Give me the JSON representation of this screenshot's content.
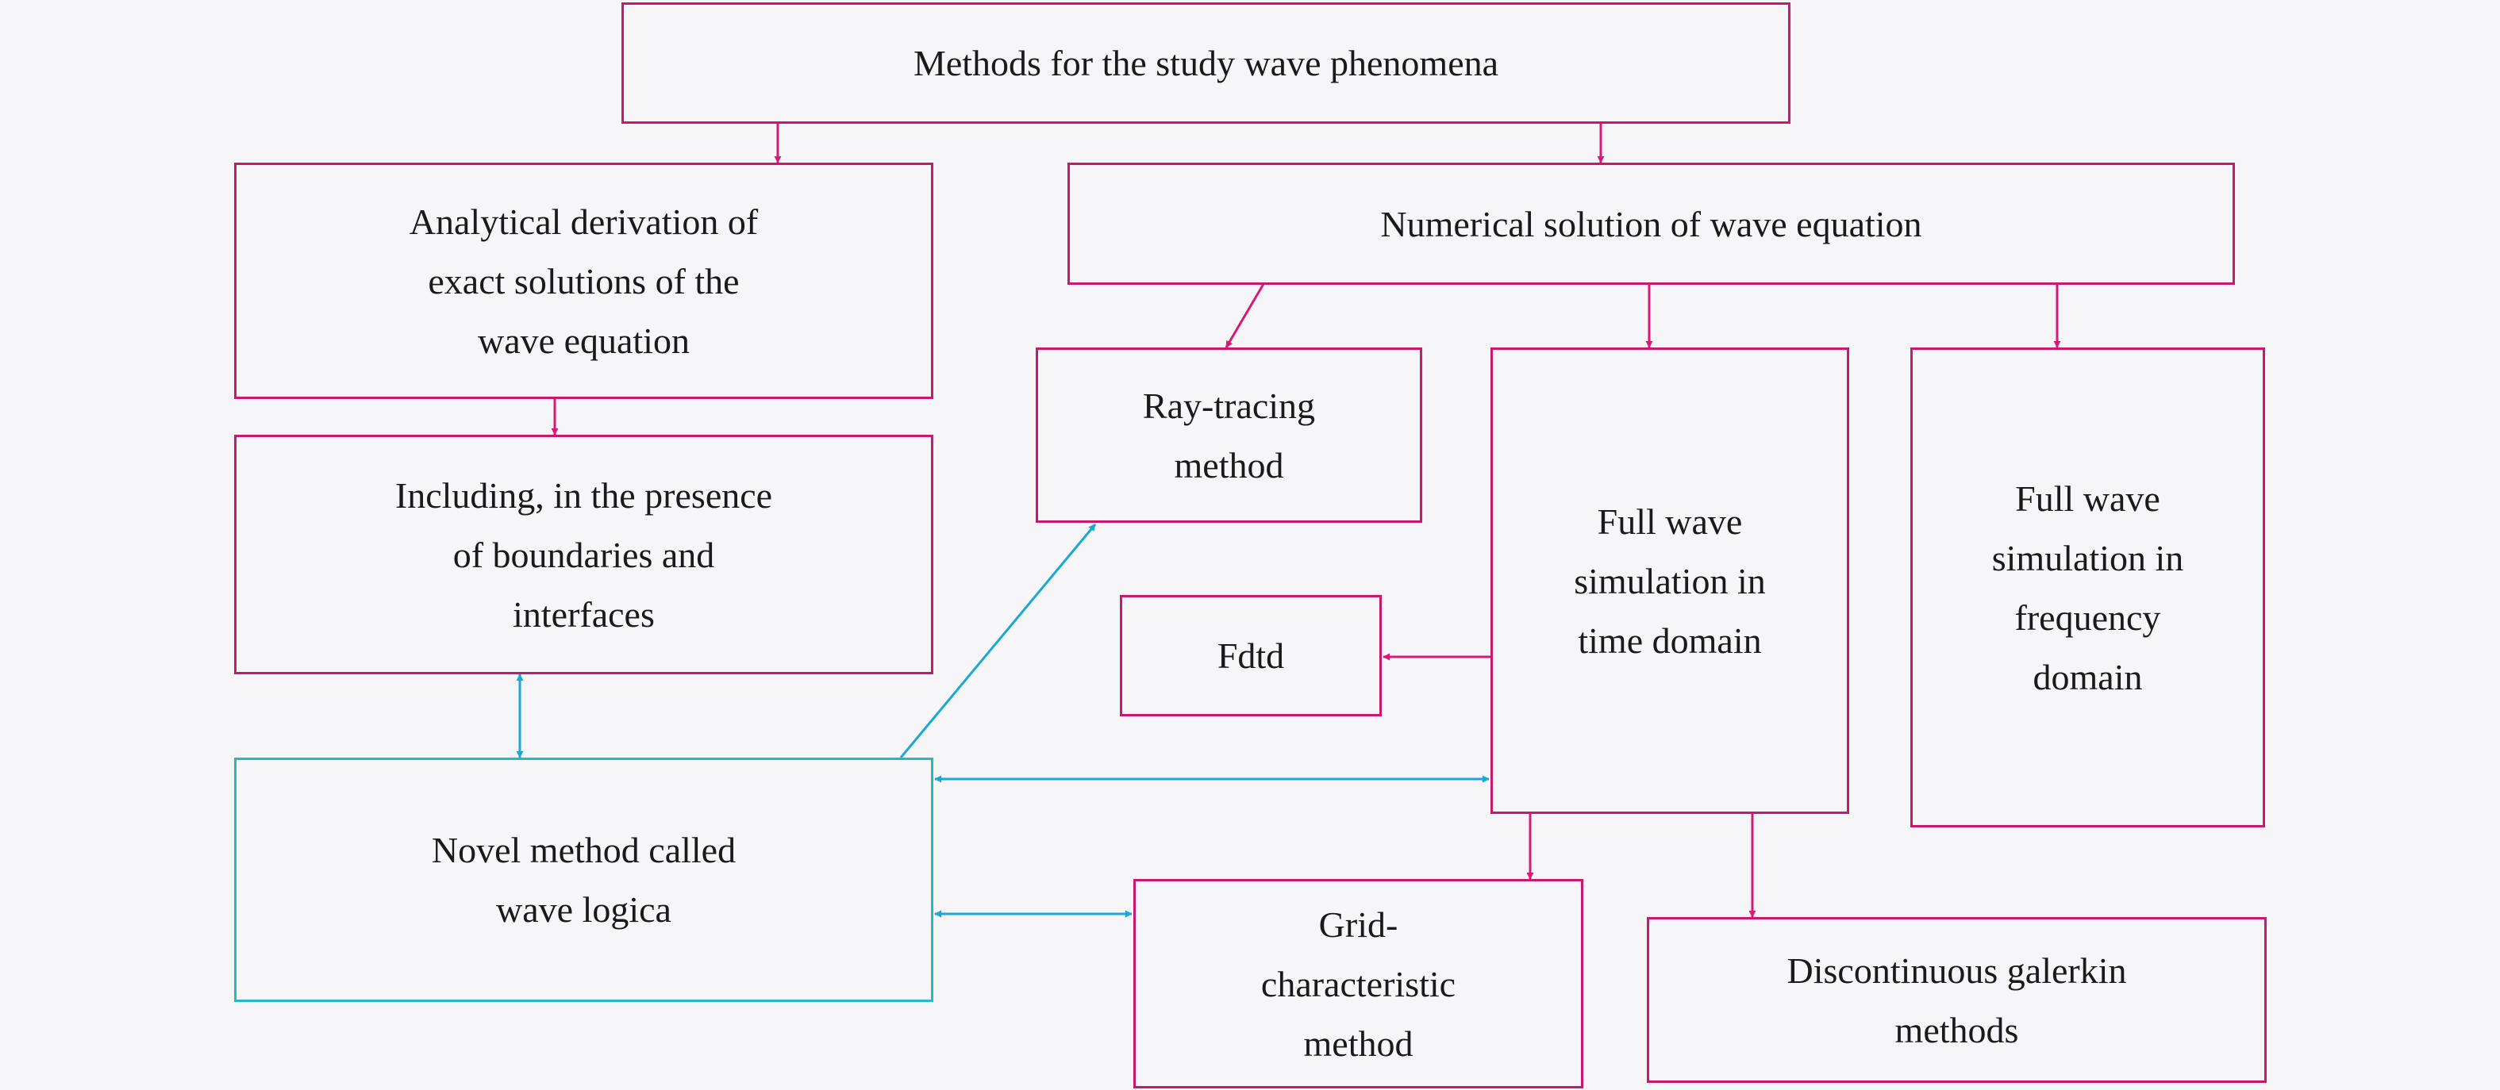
{
  "colors": {
    "box_border": "#c8196e",
    "novel_box_border": "#27b8c6",
    "flow_arrow": "#d61a76",
    "cross_arrow": "#1aa7d9",
    "background": "#f6f6f8"
  },
  "nodes": {
    "methods": "Methods for the study wave phenomena",
    "analytical": "Analytical derivation of\nexact solutions of the\nwave equation",
    "including": "Including, in the presence\nof boundaries and\ninterfaces",
    "novel": "Novel method called\nwave logica",
    "numerical": "Numerical solution of wave equation",
    "raytracing": "Ray-tracing\nmethod",
    "fullwave_time": "Full wave\nsimulation in\ntime domain",
    "fullwave_freq": "Full wave\nsimulation in\nfrequency\ndomain",
    "fdtd": "Fdtd",
    "grid": "Grid-\ncharacteristic\nmethod",
    "galerkin": "Discontinuous galerkin\nmethods"
  }
}
